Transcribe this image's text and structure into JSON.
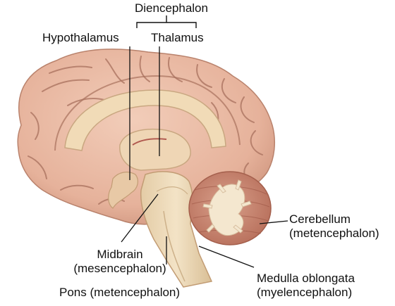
{
  "labels": {
    "diencephalon": "Diencephalon",
    "hypothalamus": "Hypothalamus",
    "thalamus": "Thalamus",
    "cerebellum_name": "Cerebellum",
    "cerebellum_sub": "(metencephalon)",
    "midbrain_name": "Midbrain",
    "midbrain_sub": "(mesencephalon)",
    "pons": "Pons (metencephalon)",
    "medulla_name": "Medulla oblongata",
    "medulla_sub": "(myelencephalon)"
  },
  "colors": {
    "cortex": "#e8b9a3",
    "cortex_shadow": "#c98e77",
    "sulcus": "#a8705d",
    "corpus": "#f1dbb7",
    "brainstem": "#efdcbc",
    "brainstem_shadow": "#d7bd93",
    "cerebellum": "#c8836e",
    "arbor": "#f4e7cf",
    "leader": "#111111"
  }
}
